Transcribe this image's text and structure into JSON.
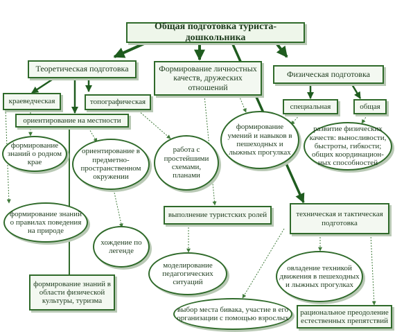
{
  "title": "Общая подготовка туриста-дошкольника",
  "theory": "Теоретическая подготовка",
  "personal": "Формирование личностных качеств, дружеских отношений",
  "physical": "Физическая подготовка",
  "local_history": "краеведческая",
  "topographic": "топографическая",
  "orienteering": "ориентирование на местности",
  "special": "специальная",
  "general": "общая",
  "native_land": "формирование знаний о родном крае",
  "spatial": "ориентирование в предметно-пространственном окружении",
  "schemes": "работа с простейшими схемами, планами",
  "skills": "формирование умений и навыков в пешеходных и лыжных прогулках",
  "physical_qualities": "развитие физических качеств: выносливости, быстроты, гибкости; общих координацион-ных способностей",
  "behavior_rules": "формирование знаний о правилах поведения на природе",
  "legend_walk": "хождение по легенде",
  "tourist_roles": "выполнение туристских ролей",
  "tactical": "техническая и тактическая подготовка",
  "movement_technique": "овладение техникой движения в пешеходных и лыжных прогулках",
  "pedagogical": "моделирование педагогических ситуаций",
  "physical_culture": "формирование знаний в области физической культуры, туризма",
  "bivouac": "выбор места бивака, участие в его организации с помощью взрослых",
  "obstacles": "рациональное преодоление естественных препятствий"
}
